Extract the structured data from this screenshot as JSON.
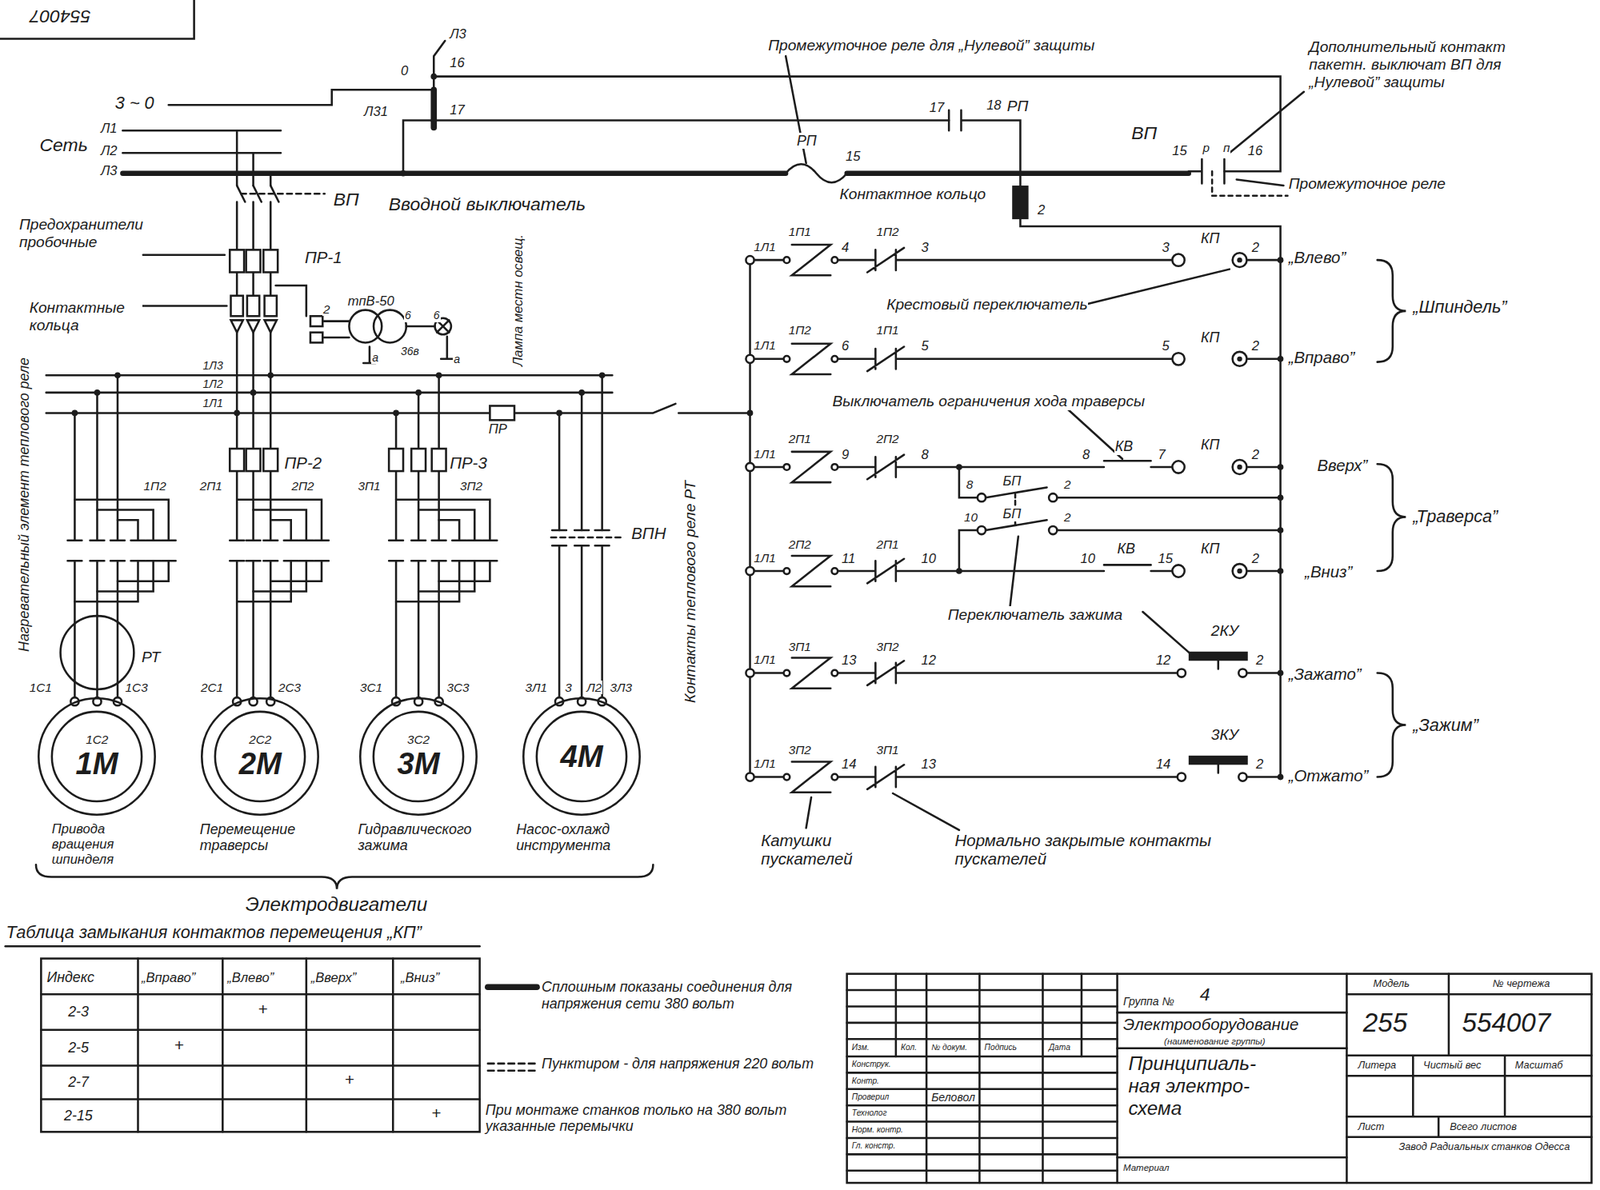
{
  "diagram": {
    "nodes": [
      {
        "text": [
          "1С2",
          "1М"
        ]
      },
      {
        "text": [
          "2С2",
          "2М"
        ]
      },
      {
        "text": [
          "3С2",
          "3М"
        ]
      },
      {
        "text": [
          "4М"
        ]
      }
    ],
    "labels": [
      "554007",
      "Л3",
      "0",
      "16",
      "3 ~ 0",
      "Л31",
      "17",
      "Л1",
      "Л2",
      "Л3",
      "Сеть",
      "Промежуточное реле для „Нулевой” защиты",
      "Дополнительный контакт пакетн. выключат ВП для „Нулевой” защиты",
      "17",
      "18",
      "РП",
      "ВП",
      "РП",
      "15",
      "15",
      "р",
      "п",
      "16",
      "Промежуточное реле",
      "Контактное кольцо",
      "2",
      "ВП",
      "Вводной выключатель",
      "Предохранители пробочные",
      "ПР-1",
      "Контактные кольца",
      "2",
      "тпВ-50",
      "6",
      "6",
      "36в",
      "а",
      "а",
      "Лампа местн освещ.",
      "1Л3",
      "1Л2",
      "1Л1",
      "ПР",
      "Нагревательный элемент теплового реле",
      "ПР-2",
      "ПР-3",
      "1П2",
      "2П1",
      "2П2",
      "3П1",
      "3П2",
      "ВПН",
      "Контакты теплового реле РТ",
      "1С1",
      "1С3",
      "2С1",
      "2С3",
      "3С1",
      "3С3",
      "3Л1",
      "3",
      "Л2",
      "3Л3",
      "Привода вращения шпинделя",
      "Перемещение траверсы",
      "Гидравлического зажима",
      "Насос-охлажд инструмента",
      "Электродвигатели",
      "1Л1",
      "1П1",
      "4",
      "1П2",
      "3",
      "3",
      "КП",
      "2",
      "„Влево”",
      "Крестовый переключатель",
      "1Л1",
      "1П2",
      "6",
      "1П1",
      "5",
      "5",
      "КП",
      "2",
      "„Вправо”",
      "„Шпиндель”",
      "Выключатель ограничения хода траверсы",
      "1Л1",
      "2П1",
      "9",
      "2П2",
      "8",
      "8",
      "КВ",
      "7",
      "КП",
      "2",
      "Вверх”",
      "8",
      "БП",
      "2",
      "„Траверса”",
      "10",
      "БП",
      "2",
      "1Л1",
      "2П2",
      "11",
      "2П1",
      "10",
      "10",
      "КВ",
      "15",
      "КП",
      "2",
      "„Вниз”",
      "Переключатель зажима",
      "2КУ",
      "1Л1",
      "3П1",
      "13",
      "3П2",
      "12",
      "12",
      "2",
      "„Зажато”",
      "„Зажим”",
      "3КУ",
      "1Л1",
      "3П2",
      "14",
      "3П1",
      "13",
      "14",
      "2",
      "„Отжато”",
      "Катушки пускателей",
      "Нормально закрытые контакты пускателей",
      "Таблица замыкания контактов перемещения „КП”",
      "Индекс",
      "„Вправо”",
      "„Влево”",
      "„Вверх”",
      "„Вниз”",
      "2-3",
      "+",
      "2-5",
      "+",
      "2-7",
      "+",
      "2-15",
      "+",
      "При монтаже станков только на 380 вольт указанные перемычки",
      "Группа №",
      "4",
      "Электрооборудование",
      "(наименование группы)",
      "Принципиаль- ная электро- схема",
      "Модель",
      "№ чертежа",
      "255",
      "554007",
      "Литера",
      "Чистый вес",
      "Масштаб",
      "Лист",
      "Всего листов",
      "Завод Радиальных станков Одесса",
      "Изм.",
      "Кол.",
      "№ докум.",
      "Подпись",
      "Дата",
      "Конструк.",
      "Контр.",
      "Проверил",
      "Технолог",
      "Норм. контр.",
      "Гл. констр.",
      "Беловол",
      "Материал",
      "РТ"
    ],
    "legend": [
      {
        "text": "Сплошным показаны соединения для напряжения сети 380 вольт"
      },
      {
        "text": "Пунктиром - для напряжения 220 вольт"
      }
    ]
  }
}
